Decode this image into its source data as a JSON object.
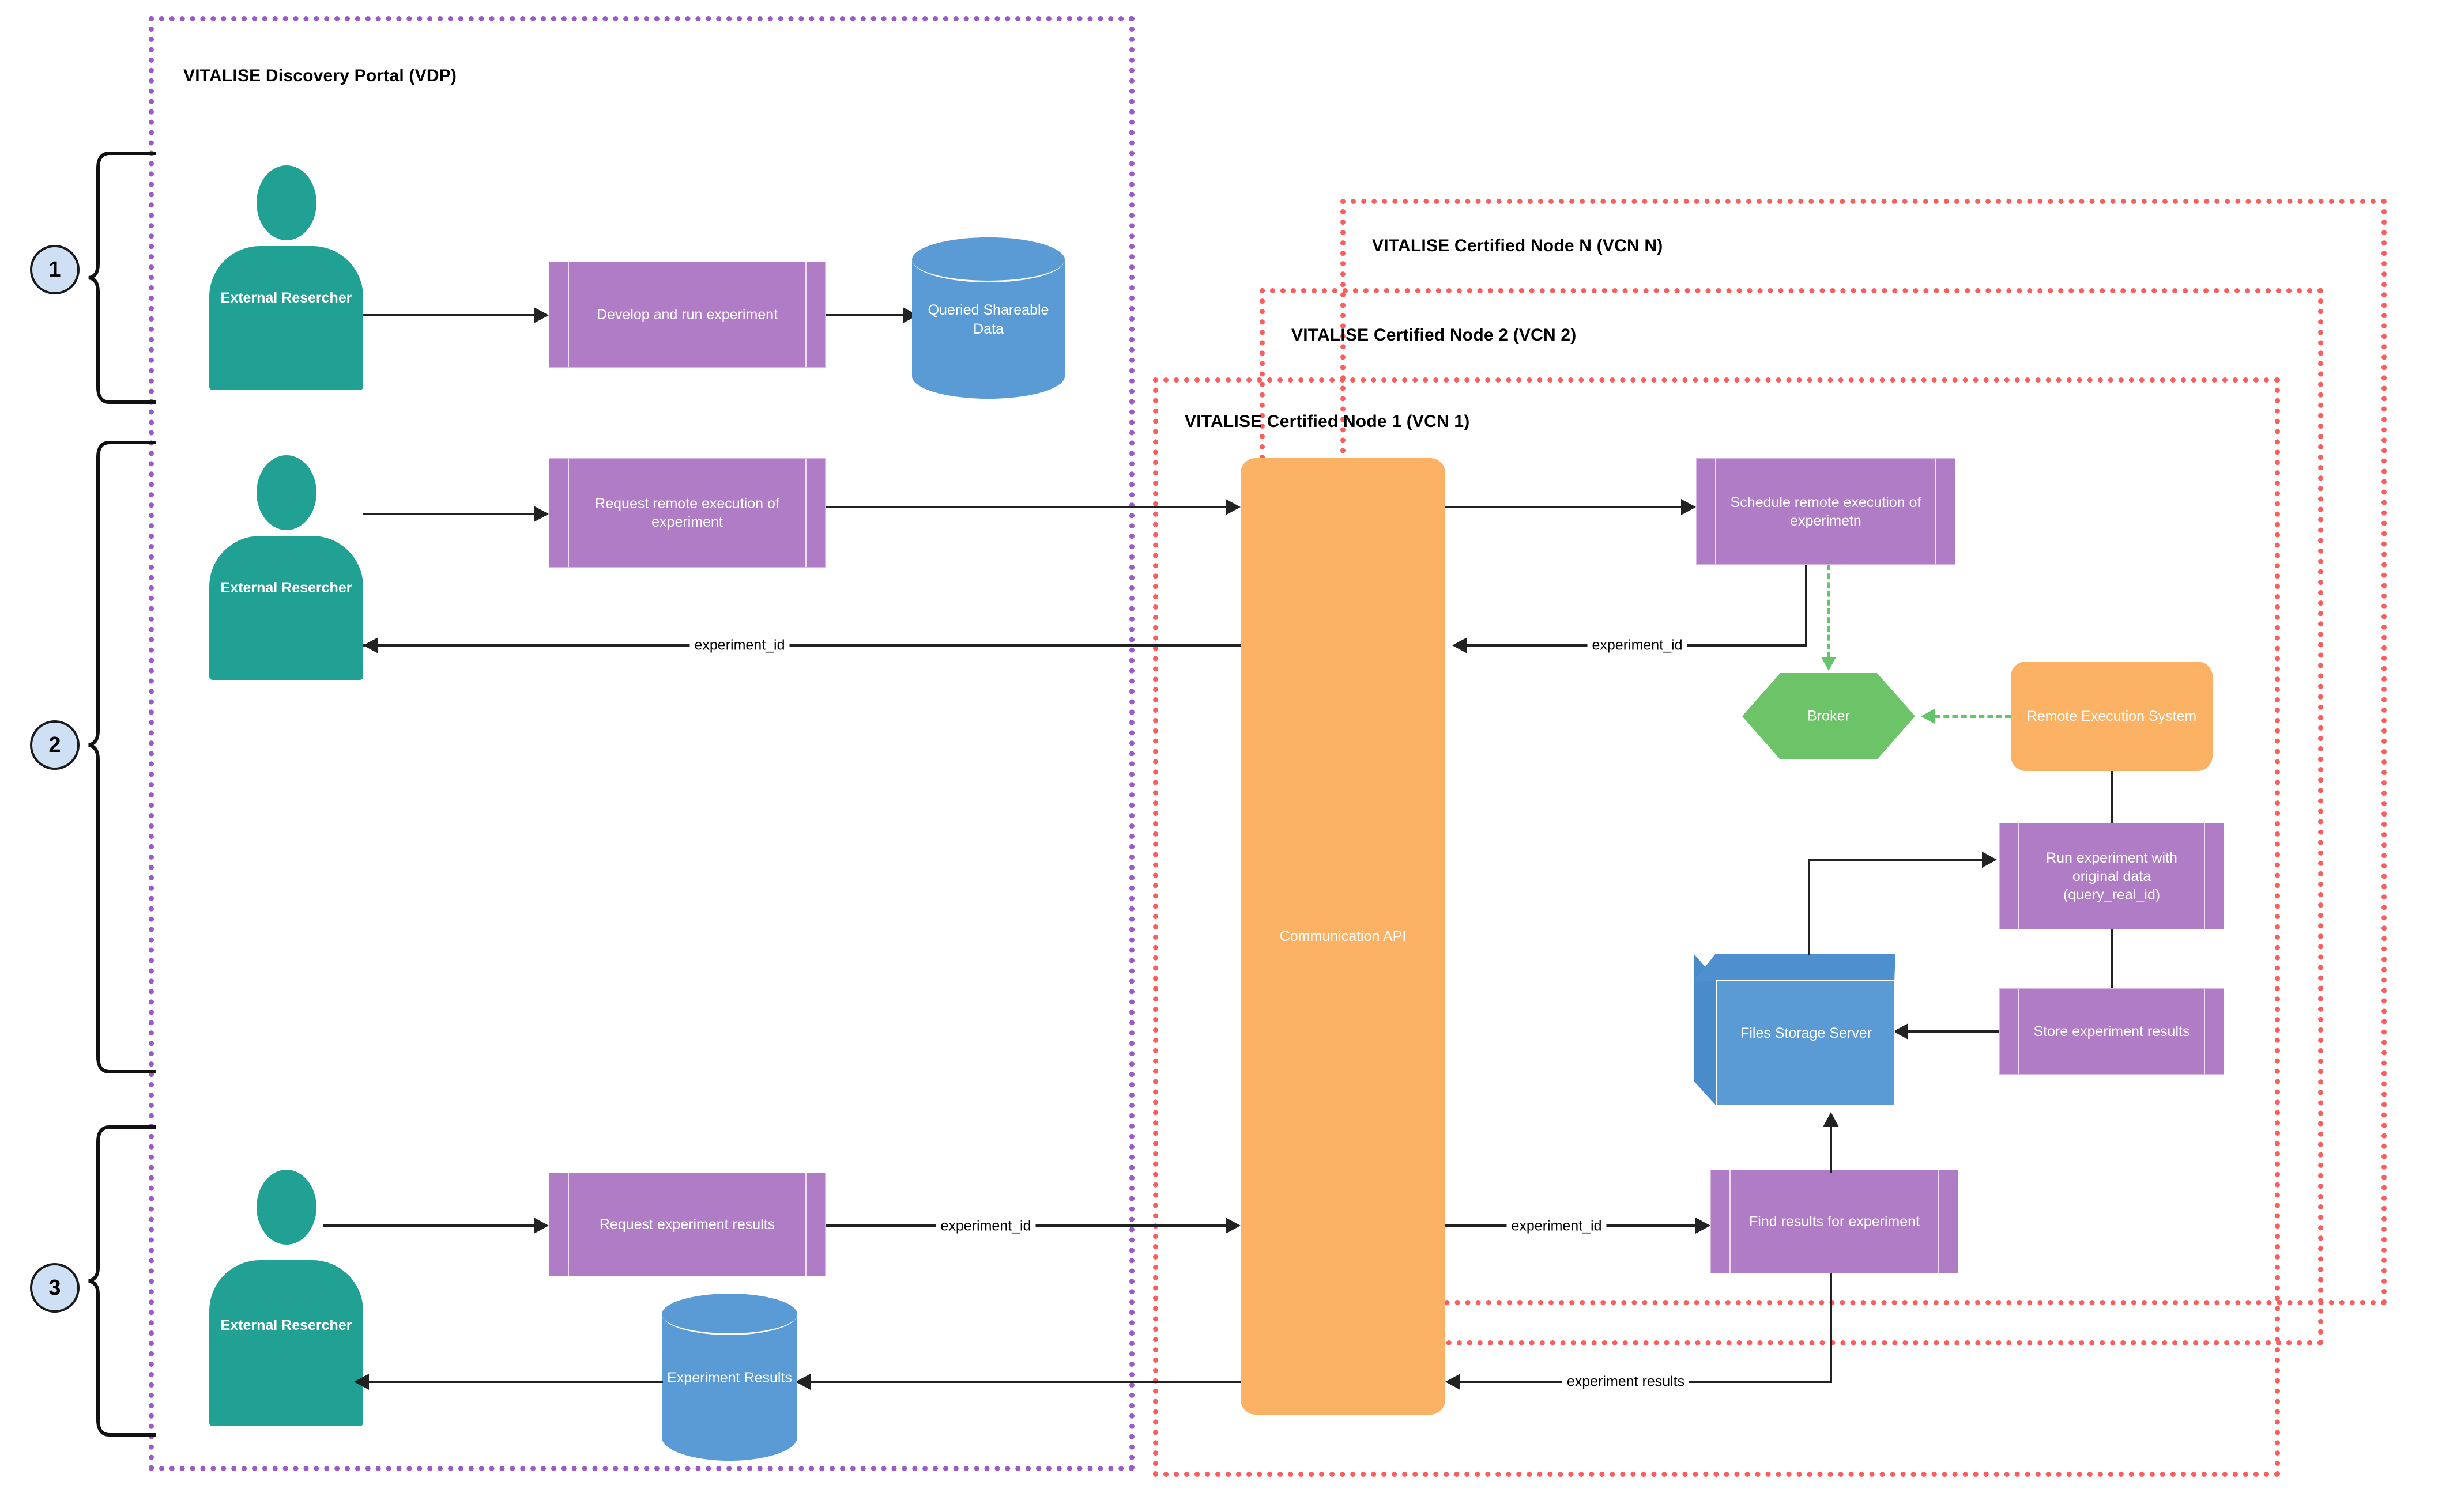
{
  "containers": {
    "vdp": {
      "title": "VITALISE Discovery Portal (VDP)"
    },
    "vcn_n": {
      "title": "VITALISE Certified Node N (VCN N)"
    },
    "vcn_2": {
      "title": "VITALISE Certified Node 2 (VCN 2)"
    },
    "vcn_1": {
      "title": "VITALISE Certified Node 1 (VCN 1)"
    }
  },
  "steps": [
    {
      "number": "1"
    },
    {
      "number": "2"
    },
    {
      "number": "3"
    }
  ],
  "actors": [
    {
      "name": "External Resercher"
    },
    {
      "name": "External Resercher"
    },
    {
      "name": "External Resercher"
    }
  ],
  "nodes": {
    "develop_run": "Develop and run experiment",
    "queried_shareable_data": "Queried Shareable Data",
    "request_remote_execution": "Request remote execution of experiment",
    "communication_api": "Communication API",
    "schedule_remote_execution": "Schedule remote execution of experimetn",
    "broker": "Broker",
    "remote_execution_system": "Remote Execution System",
    "run_experiment_original": "Run experiment with original data (query_real_id)",
    "store_experiment_results": "Store experiment results",
    "files_storage_server": "Files Storage Server",
    "find_results": "Find results for experiment",
    "request_experiment_results": "Request experiment results",
    "experiment_results_db": "Experiment Results"
  },
  "edge_labels": {
    "experiment_id_to_researcher": "experiment_id",
    "experiment_id_from_schedule": "experiment_id",
    "experiment_id_request": "experiment_id",
    "experiment_id_to_find": "experiment_id",
    "experiment_results": "experiment results"
  },
  "colors": {
    "vdp_border": "#9b59c9",
    "vcn_border": "#fc5d5d",
    "actor": "#21a094",
    "process": "#b07cc6",
    "database": "#5b9bd5",
    "api": "#fbb264",
    "broker": "#6dc368",
    "step_circle": "#cfe0f5",
    "green_dashed": "#63c46a",
    "connector": "#222222"
  }
}
